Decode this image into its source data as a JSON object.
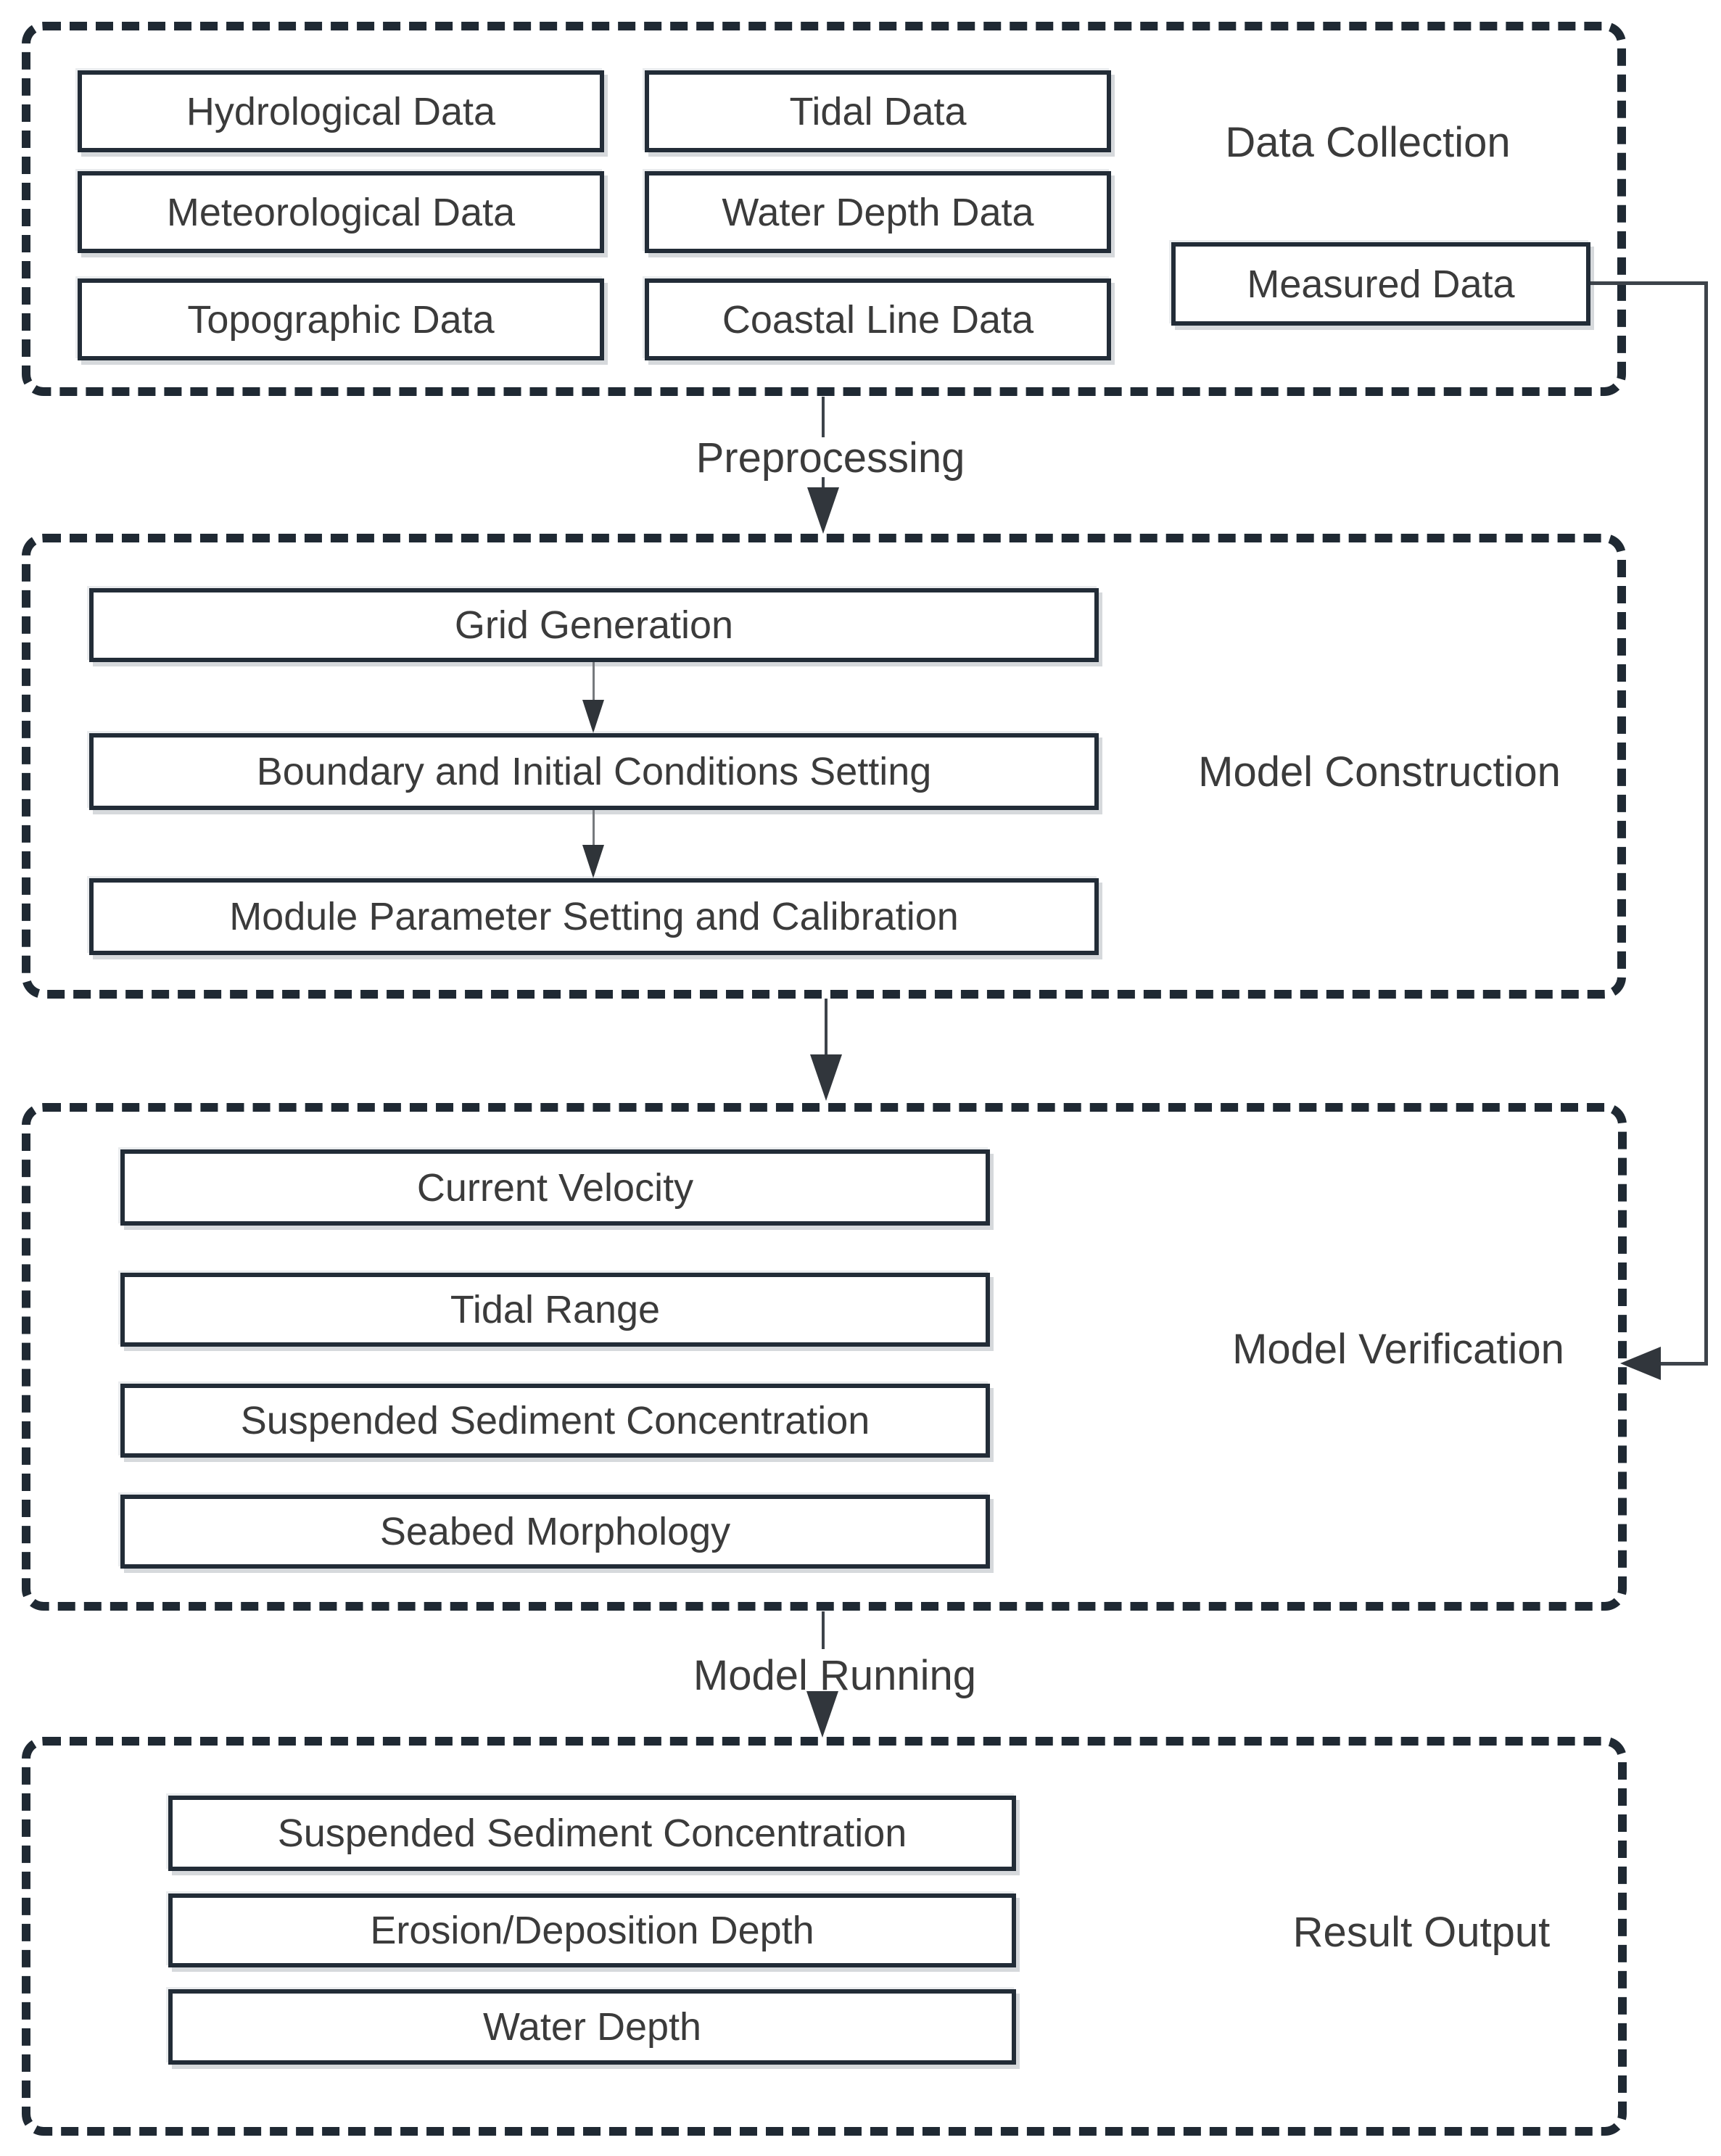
{
  "title": "Coastal sediment model workflow flowchart",
  "colors": {
    "dashed_border": "#1f2933",
    "node_border": "#222c37",
    "text": "#3b3b3b",
    "connector_line": "#3d434a",
    "background": "#ffffff"
  },
  "sections": [
    {
      "name": "data-collection",
      "label": "Data Collection",
      "boxes": [
        "Hydrological Data",
        "Meteorological Data",
        "Topographic Data",
        "Tidal Data",
        "Water Depth Data",
        "Coastal Line Data",
        "Measured Data"
      ]
    },
    {
      "name": "model-construction",
      "label": "Model Construction",
      "boxes": [
        "Grid Generation",
        "Boundary and Initial Conditions Setting",
        "Module Parameter Setting and Calibration"
      ]
    },
    {
      "name": "model-verification",
      "label": "Model Verification",
      "boxes": [
        "Current Velocity",
        "Tidal Range",
        "Suspended Sediment Concentration",
        "Seabed Morphology"
      ]
    },
    {
      "name": "result-output",
      "label": "Result Output",
      "boxes": [
        "Suspended Sediment Concentration",
        "Erosion/Deposition Depth",
        "Water Depth"
      ]
    }
  ],
  "flow_labels": {
    "preprocessing": "Preprocessing",
    "model_running": "Model Running"
  }
}
